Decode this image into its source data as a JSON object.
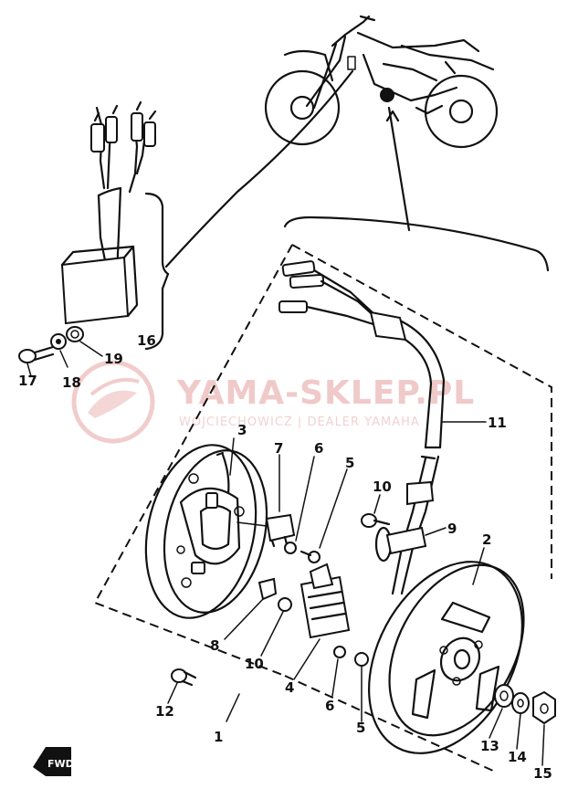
{
  "watermark": {
    "title": "YAMA-SKLEP.PL",
    "subtitle": "WOJCIECHOWICZ | DEALER YAMAHA"
  },
  "callouts": [
    "1",
    "2",
    "3",
    "4",
    "5",
    "5",
    "6",
    "6",
    "7",
    "8",
    "9",
    "10",
    "10",
    "11",
    "12",
    "13",
    "14",
    "15",
    "16",
    "17",
    "18",
    "19"
  ],
  "fwd_mark": "FWD",
  "colors": {
    "ink": "#111111",
    "watermark": "#f0c9c9"
  }
}
